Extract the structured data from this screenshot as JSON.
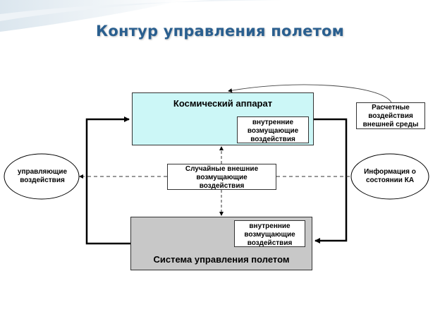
{
  "title": "Контур управления полетом",
  "nodes": {
    "spacecraft": "Космический аппарат",
    "spacecraft_internal": [
      "внутренние",
      "возмущающие",
      "воздействия"
    ],
    "control_system": "Система управления полетом",
    "control_system_internal": [
      "внутренние",
      "возмущающие",
      "воздействия"
    ],
    "random_external": [
      "Случайные внешние",
      "возмущающие",
      "воздействия"
    ],
    "calculated_external": [
      "Расчетные",
      "воздействия",
      "внешней среды"
    ],
    "control_actions": [
      "управляющие",
      "воздействия"
    ],
    "state_info": [
      "Информация о",
      "состоянии КА"
    ]
  },
  "colors": {
    "title": "#2a5f8f",
    "spacecraft_fill": "#ccf7f7",
    "control_system_fill": "#c8c8c8",
    "line": "#000000"
  }
}
